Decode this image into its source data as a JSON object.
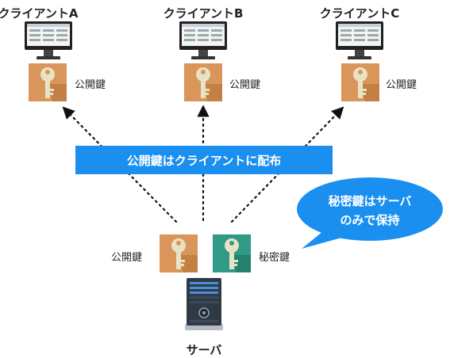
{
  "clients": [
    {
      "name": "クライアントA",
      "key_label": "公開鍵"
    },
    {
      "name": "クライアントB",
      "key_label": "公開鍵"
    },
    {
      "name": "クライアントC",
      "key_label": "公開鍵"
    }
  ],
  "banner": {
    "text": "公開鍵はクライアントに配布"
  },
  "callout": {
    "line1": "秘密鍵はサーバ",
    "line2": "のみで保持"
  },
  "server": {
    "name": "サーバ",
    "public_key_label": "公開鍵",
    "private_key_label": "秘密鍵"
  },
  "colors": {
    "banner_blue": "#1a8ff0",
    "public_key_tile": "#d9955a",
    "private_key_tile": "#2f9a86",
    "key_metal": "#e8e3c4",
    "server_body": "#2f3a46"
  }
}
